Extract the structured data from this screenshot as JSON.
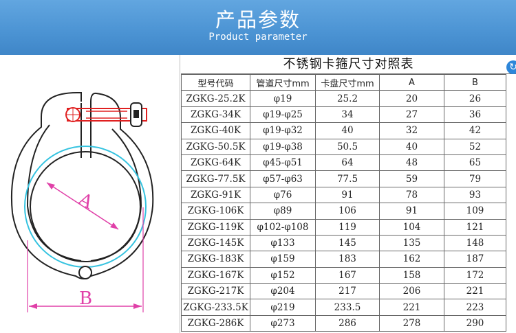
{
  "banner": {
    "title": "产品参数",
    "subtitle": "Product parameter"
  },
  "drawing": {
    "label_a": "A",
    "label_b": "B",
    "colors": {
      "outline": "#222222",
      "bolt": "#e02020",
      "inner": "#35c3e0",
      "dimension": "#e040a8"
    }
  },
  "side_button": {
    "icon": "refresh-icon",
    "glyph": "↻"
  },
  "table": {
    "title": "不锈钢卡箍尺寸对照表",
    "headers": [
      "型号代码",
      "管道尺寸mm",
      "卡盘尺寸mm",
      "A",
      "B"
    ],
    "rows": [
      [
        "ZGKG-25.2K",
        "φ19",
        "25.2",
        "20",
        "26"
      ],
      [
        "ZGKG-34K",
        "φ19-φ25",
        "34",
        "27",
        "36"
      ],
      [
        "ZGKG-40K",
        "φ19-φ32",
        "40",
        "32",
        "42"
      ],
      [
        "ZGKG-50.5K",
        "φ19-φ38",
        "50.5",
        "40",
        "52"
      ],
      [
        "ZGKG-64K",
        "φ45-φ51",
        "64",
        "48",
        "65"
      ],
      [
        "ZGKG-77.5K",
        "φ57-φ63",
        "77.5",
        "59",
        "79"
      ],
      [
        "ZGKG-91K",
        "φ76",
        "91",
        "78",
        "93"
      ],
      [
        "ZGKG-106K",
        "φ89",
        "106",
        "91",
        "109"
      ],
      [
        "ZGKG-119K",
        "φ102-φ108",
        "119",
        "104",
        "121"
      ],
      [
        "ZGKG-145K",
        "φ133",
        "145",
        "135",
        "148"
      ],
      [
        "ZGKG-183K",
        "φ159",
        "183",
        "162",
        "187"
      ],
      [
        "ZGKG-167K",
        "φ152",
        "167",
        "158",
        "172"
      ],
      [
        "ZGKG-217K",
        "φ204",
        "217",
        "206",
        "221"
      ],
      [
        "ZGKG-233.5K",
        "φ219",
        "233.5",
        "221",
        "223"
      ],
      [
        "ZGKG-286K",
        "φ273",
        "286",
        "278",
        "290"
      ]
    ]
  }
}
